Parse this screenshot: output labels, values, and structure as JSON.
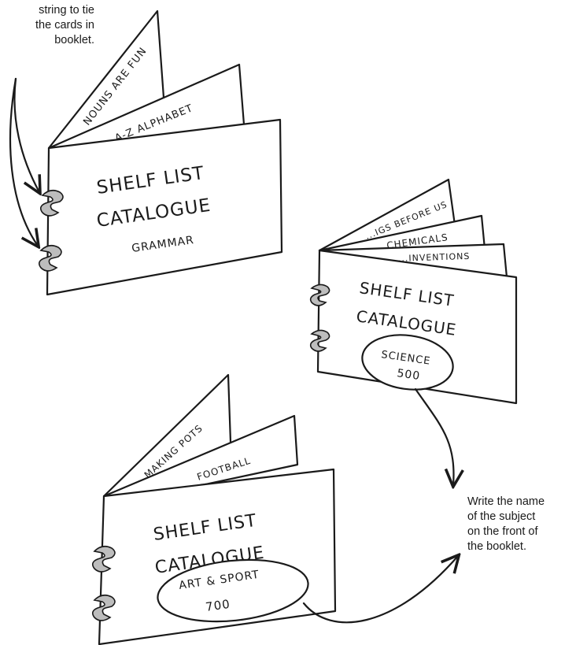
{
  "annotations": {
    "string_note": [
      "string to tie",
      "the cards in",
      "booklet."
    ],
    "subject_note": [
      "Write the name",
      "of the subject",
      "on the front of",
      "the booklet."
    ]
  },
  "booklets": [
    {
      "cover_title_line1": "SHELF LIST",
      "cover_title_line2": "CATALOGUE",
      "subject": "GRAMMAR",
      "subject_number": "",
      "cards": [
        "NOUNS ARE FUN",
        "A-Z ALPHABET"
      ]
    },
    {
      "cover_title_line1": "SHELF LIST",
      "cover_title_line2": "CATALOGUE",
      "subject": "SCIENCE",
      "subject_number": "500",
      "cards": [
        "...IGS BEFORE US",
        "CHEMICALS",
        "...INVENTIONS"
      ]
    },
    {
      "cover_title_line1": "SHELF LIST",
      "cover_title_line2": "CATALOGUE",
      "subject": "ART & SPORT",
      "subject_number": "700",
      "cards": [
        "MAKING POTS",
        "FOOTBALL"
      ]
    }
  ]
}
